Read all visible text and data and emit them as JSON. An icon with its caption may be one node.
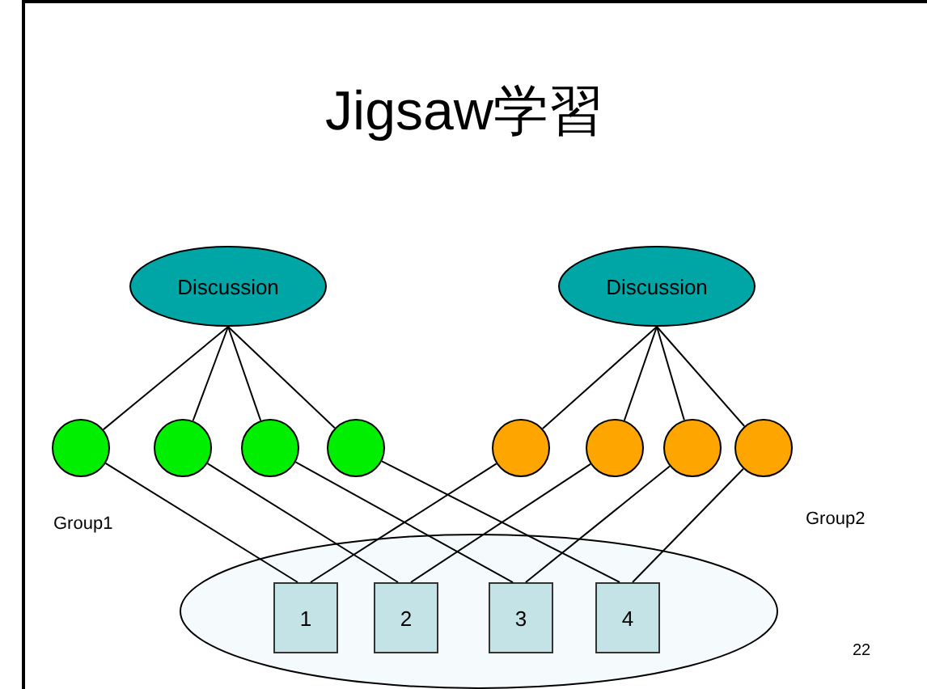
{
  "diagram": {
    "title": "Jigsaw学習",
    "nodes": [
      {
        "text": [
          "Discussion"
        ]
      },
      {
        "text": [
          "Discussion"
        ]
      },
      {
        "text": [],
        "shape": "circle"
      },
      {
        "text": [],
        "shape": "circle"
      },
      {
        "text": [],
        "shape": "circle"
      },
      {
        "text": [],
        "shape": "circle"
      },
      {
        "text": [],
        "shape": "circle"
      },
      {
        "text": [],
        "shape": "circle"
      },
      {
        "text": [],
        "shape": "circle"
      },
      {
        "text": [],
        "shape": "circle"
      },
      {
        "text": [],
        "shape": "ellipse"
      },
      {
        "text": [
          "1"
        ],
        "in": 10
      },
      {
        "text": [
          "2"
        ],
        "in": 10
      },
      {
        "text": [
          "3"
        ],
        "in": 10
      },
      {
        "text": [
          "4"
        ],
        "in": 10
      }
    ],
    "edges": [
      {
        "from": 0,
        "to": 2,
        "arrow": "none"
      },
      {
        "from": 0,
        "to": 3,
        "arrow": "none"
      },
      {
        "from": 0,
        "to": 4,
        "arrow": "none"
      },
      {
        "from": 0,
        "to": 5,
        "arrow": "none"
      },
      {
        "from": 1,
        "to": 6,
        "arrow": "none"
      },
      {
        "from": 1,
        "to": 7,
        "arrow": "none"
      },
      {
        "from": 1,
        "to": 8,
        "arrow": "none"
      },
      {
        "from": 1,
        "to": 9,
        "arrow": "none"
      },
      {
        "from": 2,
        "to": 11,
        "arrow": "none"
      },
      {
        "from": 3,
        "to": 12,
        "arrow": "none"
      },
      {
        "from": 4,
        "to": 13,
        "arrow": "none"
      },
      {
        "from": 5,
        "to": 14,
        "arrow": "none"
      },
      {
        "from": 6,
        "to": 11,
        "arrow": "none"
      },
      {
        "from": 7,
        "to": 12,
        "arrow": "none"
      },
      {
        "from": 8,
        "to": 13,
        "arrow": "none"
      },
      {
        "from": 9,
        "to": 14,
        "arrow": "none"
      }
    ],
    "labels": [
      "Group1",
      "Group2",
      "22"
    ]
  }
}
